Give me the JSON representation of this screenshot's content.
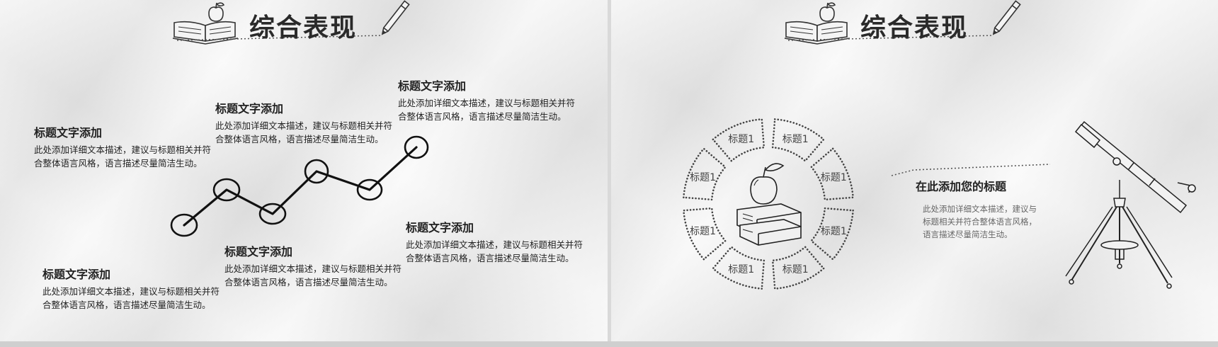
{
  "left_slide": {
    "title": "综合表现",
    "blocks": [
      {
        "heading": "标题文字添加",
        "desc": "此处添加详细文本描述，建议与标题相关并符合整体语言风格，语言描述尽量简洁生动。"
      },
      {
        "heading": "标题文字添加",
        "desc": "此处添加详细文本描述，建议与标题相关并符合整体语言风格，语言描述尽量简洁生动。"
      },
      {
        "heading": "标题文字添加",
        "desc": "此处添加详细文本描述，建议与标题相关并符合整体语言风格，语言描述尽量简洁生动。"
      },
      {
        "heading": "标题文字添加",
        "desc": "此处添加详细文本描述，建议与标题相关并符合整体语言风格，语言描述尽量简洁生动。"
      },
      {
        "heading": "标题文字添加",
        "desc": "此处添加详细文本描述，建议与标题相关并符合整体语言风格，语言描述尽量简洁生动。"
      },
      {
        "heading": "标题文字添加",
        "desc": "此处添加详细文本描述，建议与标题相关并符合整体语言风格，语言描述尽量简洁生动。"
      }
    ],
    "icons": [
      "open-book-icon",
      "apple-icon",
      "pencil-icon"
    ]
  },
  "right_slide": {
    "title": "综合表现",
    "segments": [
      "标题1",
      "标题1",
      "标题1",
      "标题1",
      "标题1",
      "标题1",
      "标题1",
      "标题1"
    ],
    "callout_heading": "在此添加您的标题",
    "callout_desc": "此处添加详细文本描述，建议与标题相关并符合整体语言风格，语言描述尽量简洁生动。",
    "icons": [
      "open-book-icon",
      "apple-icon",
      "pencil-icon",
      "books-apple-icon",
      "telescope-icon"
    ]
  },
  "colors": {
    "background": "#ececec",
    "ink": "#222222",
    "muted": "#666666"
  }
}
